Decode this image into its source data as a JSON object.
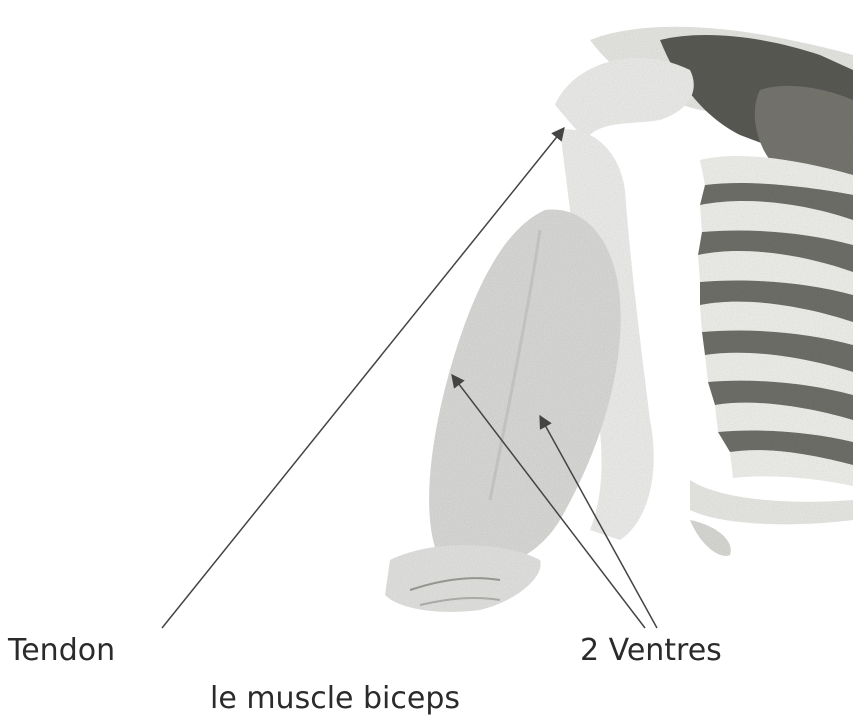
{
  "labels": {
    "tendon": "Tendon",
    "ventres": "2 Ventres"
  },
  "caption": "le muscle  biceps",
  "colors": {
    "ink": "#2b2b2b",
    "arrow": "#444444",
    "bone": "#f1f1ee",
    "muscle": "#d9d9d7",
    "intercostal": "#6f6f6a",
    "deep_muscle": "#5a5a55"
  }
}
